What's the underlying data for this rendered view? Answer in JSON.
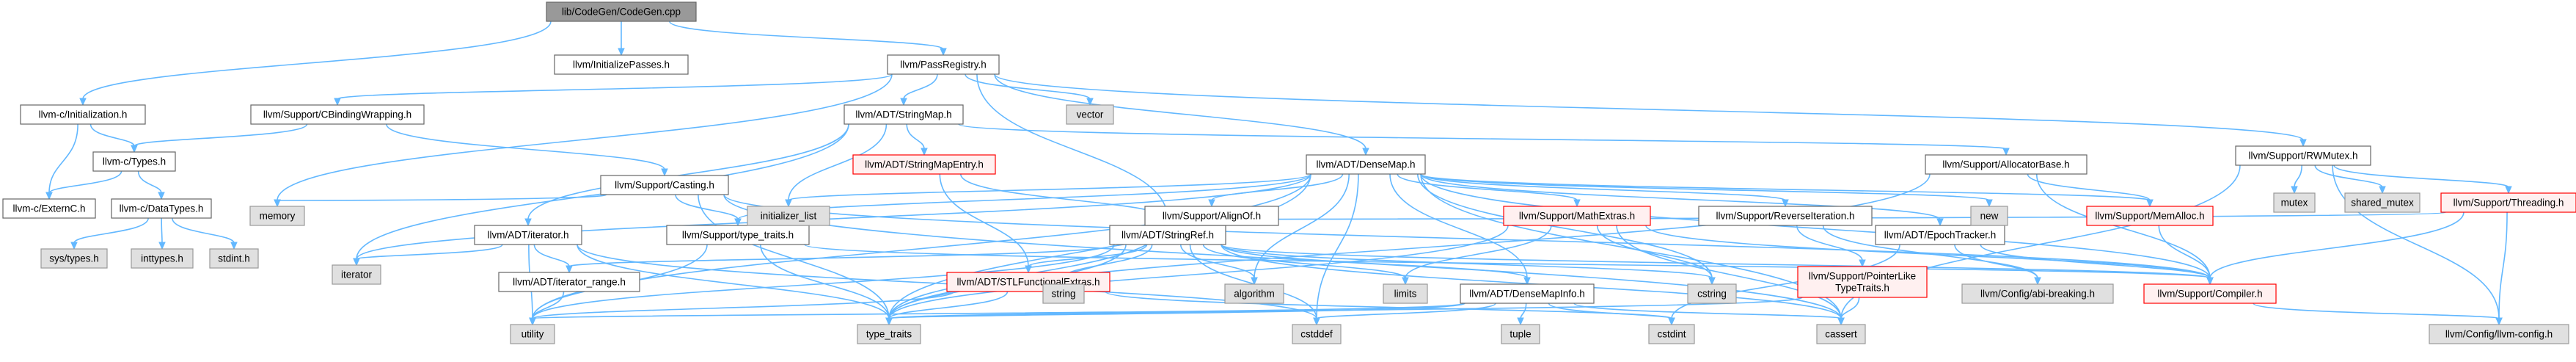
{
  "colors": {
    "edge": "#63b8ff",
    "root_fill": "#999999",
    "root_stroke": "#666666",
    "normal_fill": "#ffffff",
    "normal_stroke": "#666666",
    "system_fill": "#e0e0e0",
    "system_stroke": "#999999",
    "truncated_fill": "#fff0f0",
    "truncated_stroke": "#ff0000"
  },
  "nodes": [
    {
      "id": "codegen_h",
      "label": "lib/CodeGen/CodeGen.cpp",
      "kind": "root"
    },
    {
      "id": "initialization_h",
      "label": "llvm-c/Initialization.h",
      "kind": "normal"
    },
    {
      "id": "initializepasses_h",
      "label": "llvm/InitializePasses.h",
      "kind": "normal"
    },
    {
      "id": "passregistry_h",
      "label": "llvm/PassRegistry.h",
      "kind": "normal"
    },
    {
      "id": "cbindingwrapping_h",
      "label": "llvm/Support/CBindingWrapping.h",
      "kind": "normal"
    },
    {
      "id": "vector",
      "label": "vector",
      "kind": "system"
    },
    {
      "id": "rwmutex_h",
      "label": "llvm/Support/RWMutex.h",
      "kind": "normal"
    },
    {
      "id": "stringmap_h",
      "label": "llvm/ADT/StringMap.h",
      "kind": "normal"
    },
    {
      "id": "types_h",
      "label": "llvm-c/Types.h",
      "kind": "normal"
    },
    {
      "id": "casting_h",
      "label": "llvm/Support/Casting.h",
      "kind": "normal"
    },
    {
      "id": "stringmapentry_h",
      "label": "llvm/ADT/StringMapEntry.h",
      "kind": "truncated"
    },
    {
      "id": "densemap_h",
      "label": "llvm/ADT/DenseMap.h",
      "kind": "normal"
    },
    {
      "id": "allocatorbase_h",
      "label": "llvm/Support/AllocatorBase.h",
      "kind": "normal"
    },
    {
      "id": "mutex",
      "label": "mutex",
      "kind": "system"
    },
    {
      "id": "shared_mutex",
      "label": "shared_mutex",
      "kind": "system"
    },
    {
      "id": "threading_h",
      "label": "llvm/Support/Threading.h",
      "kind": "truncated"
    },
    {
      "id": "externc_h",
      "label": "llvm-c/ExternC.h",
      "kind": "normal"
    },
    {
      "id": "datatypes_h",
      "label": "llvm-c/DataTypes.h",
      "kind": "normal"
    },
    {
      "id": "memory",
      "label": "memory",
      "kind": "system"
    },
    {
      "id": "iterator_h",
      "label": "llvm/ADT/iterator.h",
      "kind": "normal"
    },
    {
      "id": "type_traits_h",
      "label": "llvm/Support/type_traits.h",
      "kind": "normal"
    },
    {
      "id": "stringref_h",
      "label": "llvm/ADT/StringRef.h",
      "kind": "normal"
    },
    {
      "id": "initializer_list",
      "label": "initializer_list",
      "kind": "system"
    },
    {
      "id": "alignof_h",
      "label": "llvm/Support/AlignOf.h",
      "kind": "normal"
    },
    {
      "id": "mathextras_h",
      "label": "llvm/Support/MathExtras.h",
      "kind": "truncated"
    },
    {
      "id": "reverseiteration_h",
      "label": "llvm/Support/ReverseIteration.h",
      "kind": "normal"
    },
    {
      "id": "epochtracker_h",
      "label": "llvm/ADT/EpochTracker.h",
      "kind": "normal"
    },
    {
      "id": "new",
      "label": "new",
      "kind": "system"
    },
    {
      "id": "memalloc_h",
      "label": "llvm/Support/MemAlloc.h",
      "kind": "truncated"
    },
    {
      "id": "sys_types_h",
      "label": "sys/types.h",
      "kind": "system"
    },
    {
      "id": "inttypes_h",
      "label": "inttypes.h",
      "kind": "system"
    },
    {
      "id": "stdint_h",
      "label": "stdint.h",
      "kind": "system"
    },
    {
      "id": "iterator",
      "label": "iterator",
      "kind": "system"
    },
    {
      "id": "iterator_range_h",
      "label": "llvm/ADT/iterator_range.h",
      "kind": "normal"
    },
    {
      "id": "stlfunctionalextras_h",
      "label": "llvm/ADT/STLFunctionalExtras.h",
      "kind": "truncated"
    },
    {
      "id": "string",
      "label": "string",
      "kind": "system"
    },
    {
      "id": "algorithm",
      "label": "algorithm",
      "kind": "system"
    },
    {
      "id": "limits",
      "label": "limits",
      "kind": "system"
    },
    {
      "id": "densemapinfo_h",
      "label": "llvm/ADT/DenseMapInfo.h",
      "kind": "normal"
    },
    {
      "id": "cstring",
      "label": "cstring",
      "kind": "system"
    },
    {
      "id": "pointerliketypetraits_h",
      "label": "llvm/Support/PointerLike\nTypeTraits.h",
      "kind": "truncated"
    },
    {
      "id": "abi_breaking_h",
      "label": "llvm/Config/abi-breaking.h",
      "kind": "system"
    },
    {
      "id": "compiler_h",
      "label": "llvm/Support/Compiler.h",
      "kind": "truncated"
    },
    {
      "id": "utility",
      "label": "utility",
      "kind": "system"
    },
    {
      "id": "type_traits",
      "label": "type_traits",
      "kind": "system"
    },
    {
      "id": "cstddef",
      "label": "cstddef",
      "kind": "system"
    },
    {
      "id": "tuple",
      "label": "tuple",
      "kind": "system"
    },
    {
      "id": "cstdint",
      "label": "cstdint",
      "kind": "system"
    },
    {
      "id": "cassert",
      "label": "cassert",
      "kind": "system"
    },
    {
      "id": "llvm_config_h",
      "label": "llvm/Config/llvm-config.h",
      "kind": "system"
    }
  ],
  "edges": [
    [
      "codegen_h",
      "initialization_h"
    ],
    [
      "codegen_h",
      "initializepasses_h"
    ],
    [
      "codegen_h",
      "passregistry_h"
    ],
    [
      "initialization_h",
      "types_h"
    ],
    [
      "initialization_h",
      "externc_h"
    ],
    [
      "passregistry_h",
      "cbindingwrapping_h"
    ],
    [
      "passregistry_h",
      "vector"
    ],
    [
      "passregistry_h",
      "rwmutex_h"
    ],
    [
      "passregistry_h",
      "stringmap_h"
    ],
    [
      "passregistry_h",
      "densemap_h"
    ],
    [
      "passregistry_h",
      "stringref_h"
    ],
    [
      "passregistry_h",
      "memory"
    ],
    [
      "cbindingwrapping_h",
      "types_h"
    ],
    [
      "cbindingwrapping_h",
      "casting_h"
    ],
    [
      "types_h",
      "externc_h"
    ],
    [
      "types_h",
      "datatypes_h"
    ],
    [
      "datatypes_h",
      "sys_types_h"
    ],
    [
      "datatypes_h",
      "inttypes_h"
    ],
    [
      "datatypes_h",
      "stdint_h"
    ],
    [
      "stringmap_h",
      "stringmapentry_h"
    ],
    [
      "stringmap_h",
      "allocatorbase_h"
    ],
    [
      "stringmap_h",
      "iterator_h"
    ],
    [
      "stringmap_h",
      "initializer_list"
    ],
    [
      "stringmap_h",
      "iterator"
    ],
    [
      "stringmapentry_h",
      "stringref_h"
    ],
    [
      "stringmapentry_h",
      "stlfunctionalextras_h"
    ],
    [
      "allocatorbase_h",
      "compiler_h"
    ],
    [
      "allocatorbase_h",
      "memalloc_h"
    ],
    [
      "allocatorbase_h",
      "type_traits"
    ],
    [
      "rwmutex_h",
      "mutex"
    ],
    [
      "rwmutex_h",
      "shared_mutex"
    ],
    [
      "rwmutex_h",
      "threading_h"
    ],
    [
      "rwmutex_h",
      "llvm_config_h"
    ],
    [
      "rwmutex_h",
      "cassert"
    ],
    [
      "threading_h",
      "compiler_h"
    ],
    [
      "threading_h",
      "llvm_config_h"
    ],
    [
      "threading_h",
      "stringref_h"
    ],
    [
      "casting_h",
      "type_traits_h"
    ],
    [
      "casting_h",
      "memory"
    ],
    [
      "casting_h",
      "type_traits"
    ],
    [
      "casting_h",
      "compiler_h"
    ],
    [
      "casting_h",
      "cassert"
    ],
    [
      "densemap_h",
      "alignof_h"
    ],
    [
      "densemap_h",
      "mathextras_h"
    ],
    [
      "densemap_h",
      "reverseiteration_h"
    ],
    [
      "densemap_h",
      "epochtracker_h"
    ],
    [
      "densemap_h",
      "new"
    ],
    [
      "densemap_h",
      "memalloc_h"
    ],
    [
      "densemap_h",
      "compiler_h"
    ],
    [
      "densemap_h",
      "initializer_list"
    ],
    [
      "densemap_h",
      "densemapinfo_h"
    ],
    [
      "densemap_h",
      "iterator"
    ],
    [
      "densemap_h",
      "type_traits_h"
    ],
    [
      "densemap_h",
      "algorithm"
    ],
    [
      "densemap_h",
      "cstddef"
    ],
    [
      "densemap_h",
      "cstring"
    ],
    [
      "densemap_h",
      "utility"
    ],
    [
      "densemap_h",
      "type_traits"
    ],
    [
      "densemap_h",
      "cassert"
    ],
    [
      "iterator_h",
      "iterator_range_h"
    ],
    [
      "iterator_h",
      "iterator"
    ],
    [
      "iterator_h",
      "utility"
    ],
    [
      "iterator_h",
      "type_traits"
    ],
    [
      "iterator_h",
      "cstddef"
    ],
    [
      "type_traits_h",
      "compiler_h"
    ],
    [
      "type_traits_h",
      "type_traits"
    ],
    [
      "type_traits_h",
      "utility"
    ],
    [
      "stringref_h",
      "iterator_range_h"
    ],
    [
      "stringref_h",
      "stlfunctionalextras_h"
    ],
    [
      "stringref_h",
      "string"
    ],
    [
      "stringref_h",
      "algorithm"
    ],
    [
      "stringref_h",
      "limits"
    ],
    [
      "stringref_h",
      "densemapinfo_h"
    ],
    [
      "stringref_h",
      "compiler_h"
    ],
    [
      "stringref_h",
      "cstring"
    ],
    [
      "stringref_h",
      "cassert"
    ],
    [
      "stringref_h",
      "cstddef"
    ],
    [
      "stringref_h",
      "type_traits"
    ],
    [
      "stringref_h",
      "utility"
    ],
    [
      "alignof_h",
      "type_traits"
    ],
    [
      "mathextras_h",
      "compiler_h"
    ],
    [
      "mathextras_h",
      "limits"
    ],
    [
      "mathextras_h",
      "cassert"
    ],
    [
      "mathextras_h",
      "cstring"
    ],
    [
      "mathextras_h",
      "type_traits"
    ],
    [
      "reverseiteration_h",
      "pointerliketypetraits_h"
    ],
    [
      "reverseiteration_h",
      "abi_breaking_h"
    ],
    [
      "epochtracker_h",
      "abi_breaking_h"
    ],
    [
      "epochtracker_h",
      "compiler_h"
    ],
    [
      "epochtracker_h",
      "cstdint"
    ],
    [
      "memalloc_h",
      "compiler_h"
    ],
    [
      "pointerliketypetraits_h",
      "type_traits"
    ],
    [
      "pointerliketypetraits_h",
      "cassert"
    ],
    [
      "compiler_h",
      "llvm_config_h"
    ],
    [
      "iterator_range_h",
      "utility"
    ],
    [
      "stlfunctionalextras_h",
      "type_traits"
    ],
    [
      "stlfunctionalextras_h",
      "utility"
    ],
    [
      "stlfunctionalextras_h",
      "cstdint"
    ],
    [
      "densemapinfo_h",
      "cassert"
    ],
    [
      "densemapinfo_h",
      "cstddef"
    ],
    [
      "densemapinfo_h",
      "cstdint"
    ],
    [
      "densemapinfo_h",
      "tuple"
    ],
    [
      "densemapinfo_h",
      "type_traits"
    ],
    [
      "densemapinfo_h",
      "utility"
    ]
  ]
}
